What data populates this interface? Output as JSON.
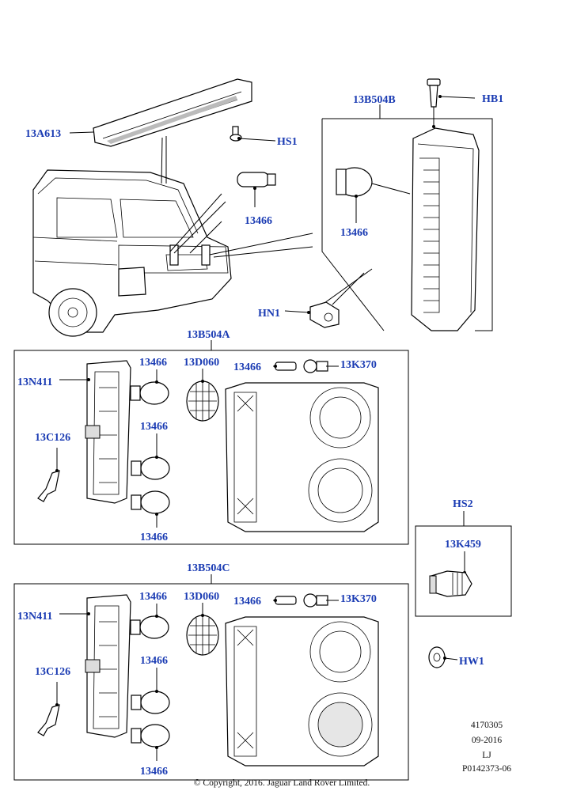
{
  "callouts": {
    "c_13A613": "13A613",
    "c_HS1": "HS1",
    "c_HB1": "HB1",
    "c_13B504B": "13B504B",
    "c_13466_top": "13466",
    "c_13466_lampB": "13466",
    "c_HN1": "HN1",
    "c_13B504A": "13B504A",
    "c_13N411_A": "13N411",
    "c_13466_A1": "13466",
    "c_13D060_A": "13D060",
    "c_13466_A_side": "13466",
    "c_13K370_A": "13K370",
    "c_13C126_A": "13C126",
    "c_13466_A2": "13466",
    "c_13466_A3": "13466",
    "c_HS2": "HS2",
    "c_13K459": "13K459",
    "c_13B504C": "13B504C",
    "c_13N411_C": "13N411",
    "c_13466_C1": "13466",
    "c_13D060_C": "13D060",
    "c_13466_C_side": "13466",
    "c_13K370_C": "13K370",
    "c_13C126_C": "13C126",
    "c_13466_C2": "13466",
    "c_13466_C3": "13466",
    "c_HW1": "HW1"
  },
  "info_block": {
    "line1": "4170305",
    "line2": "09-2016",
    "line3": "LJ",
    "line4": "P0142373-06"
  },
  "copyright": "© Copyright, 2016. Jaguar Land Rover Limited.",
  "colors": {
    "callout": "#1a3bb3",
    "line": "#000000"
  }
}
